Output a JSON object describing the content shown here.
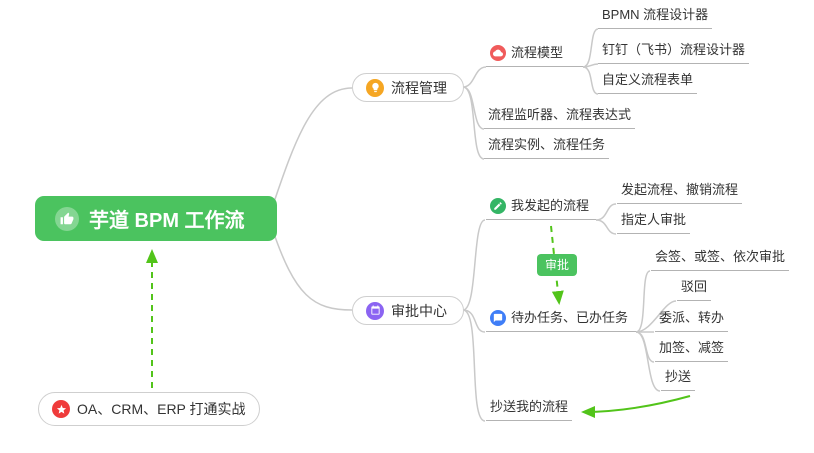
{
  "nodes": {
    "root": {
      "label": "芋道 BPM 工作流"
    },
    "process_management": {
      "label": "流程管理"
    },
    "process_model": {
      "label": "流程模型"
    },
    "bpmn_designer": {
      "label": "BPMN 流程设计器"
    },
    "dingtalk_feishu_designer": {
      "label": "钉钉（飞书）流程设计器"
    },
    "custom_form": {
      "label": "自定义流程表单"
    },
    "listener_expression": {
      "label": "流程监听器、流程表达式"
    },
    "instance_task": {
      "label": "流程实例、流程任务"
    },
    "approval_center": {
      "label": "审批中心"
    },
    "my_initiated": {
      "label": "我发起的流程"
    },
    "initiate_cancel": {
      "label": "发起流程、撤销流程"
    },
    "designated_approver": {
      "label": "指定人审批"
    },
    "approval_label": {
      "label": "审批"
    },
    "todo_done": {
      "label": "待办任务、已办任务"
    },
    "countersign": {
      "label": "会签、或签、依次审批"
    },
    "reject": {
      "label": "驳回"
    },
    "delegate_transfer": {
      "label": "委派、转办"
    },
    "add_reduce_sign": {
      "label": "加签、减签"
    },
    "cc": {
      "label": "抄送"
    },
    "cc_my_process": {
      "label": "抄送我的流程"
    },
    "oa_crm_erp": {
      "label": "OA、CRM、ERP 打通实战"
    }
  },
  "icons": {
    "root": "thumbs-up-icon",
    "process_management": "lightbulb-icon",
    "process_model": "cloud-icon",
    "approval_center": "calendar-icon",
    "my_initiated": "pencil-icon",
    "todo_done": "chat-icon",
    "oa_crm_erp": "star-icon"
  },
  "colors": {
    "root_bg": "#4bc35f",
    "badge_bg": "#4bc35f",
    "green_arrow": "#52c41a",
    "connector": "#c9c9c9",
    "underline": "#b3b3b3",
    "text": "#333333",
    "icon_process_management": "#f5a623",
    "icon_process_model": "#f05b5b",
    "icon_approval_center": "#8b64f2",
    "icon_my_initiated": "#34b565",
    "icon_todo_done": "#3f7ef7",
    "icon_oa_crm_erp": "#ef3b3b"
  }
}
